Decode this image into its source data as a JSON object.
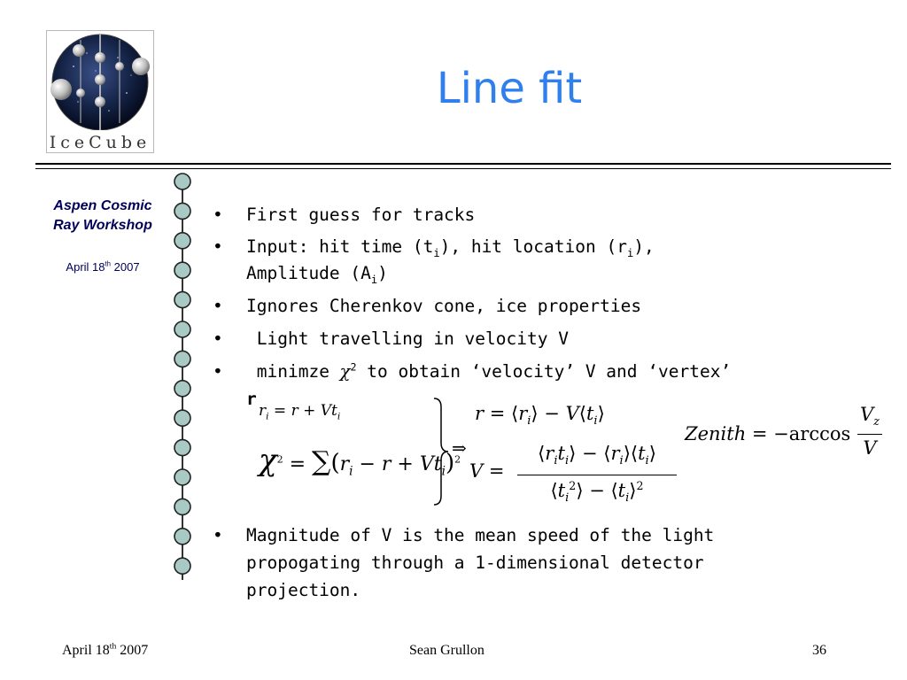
{
  "logo": {
    "text": "IceCube"
  },
  "title": "Line fit",
  "sidebar": {
    "event_line1": "Aspen Cosmic",
    "event_line2": "Ray Workshop",
    "date_pre": "April 18",
    "date_sup": "th",
    "date_post": " 2007"
  },
  "bullets": {
    "b1": "First guess for tracks",
    "b2_a": "Input: hit time (t",
    "b2_sub1": "i",
    "b2_b": "), hit location (r",
    "b2_sub2": "i",
    "b2_c": "), Amplitude (A",
    "b2_sub3": "i",
    "b2_d": ")",
    "b3": "Ignores Cherenkov cone, ice properties",
    "b4": "Light travelling in velocity V",
    "b5_a": "minimze ",
    "b5_chi": "χ",
    "b5_sup": "2",
    "b5_b": " to obtain ‘velocity’ V and ‘vertex’ ",
    "b5_r": "r",
    "b6": "Magnitude of V is the mean speed of the light propogating through a 1-dimensional detector projection."
  },
  "formulas": {
    "eq1": "r_i = r + Vt_i",
    "eq2": "χ^2 = Σ(r_i − r + Vt_i)^2",
    "implies": "⇒",
    "eq3": "r = ⟨r_i⟩ − V⟨t_i⟩",
    "eq4": "V = (⟨r_i t_i⟩ − ⟨r_i⟩⟨t_i⟩) / (⟨t_i^2⟩ − ⟨t_i⟩^2)",
    "eq5": "Zenith = −arccos V_z / V"
  },
  "footer": {
    "date_pre": "April 18",
    "date_sup": "th",
    "date_post": " 2007",
    "author": "Sean Grullon",
    "page": "36"
  },
  "colors": {
    "title": "#2f80ee",
    "sidebar_text": "#00005a",
    "dom_fill": "#a9c9c4"
  }
}
